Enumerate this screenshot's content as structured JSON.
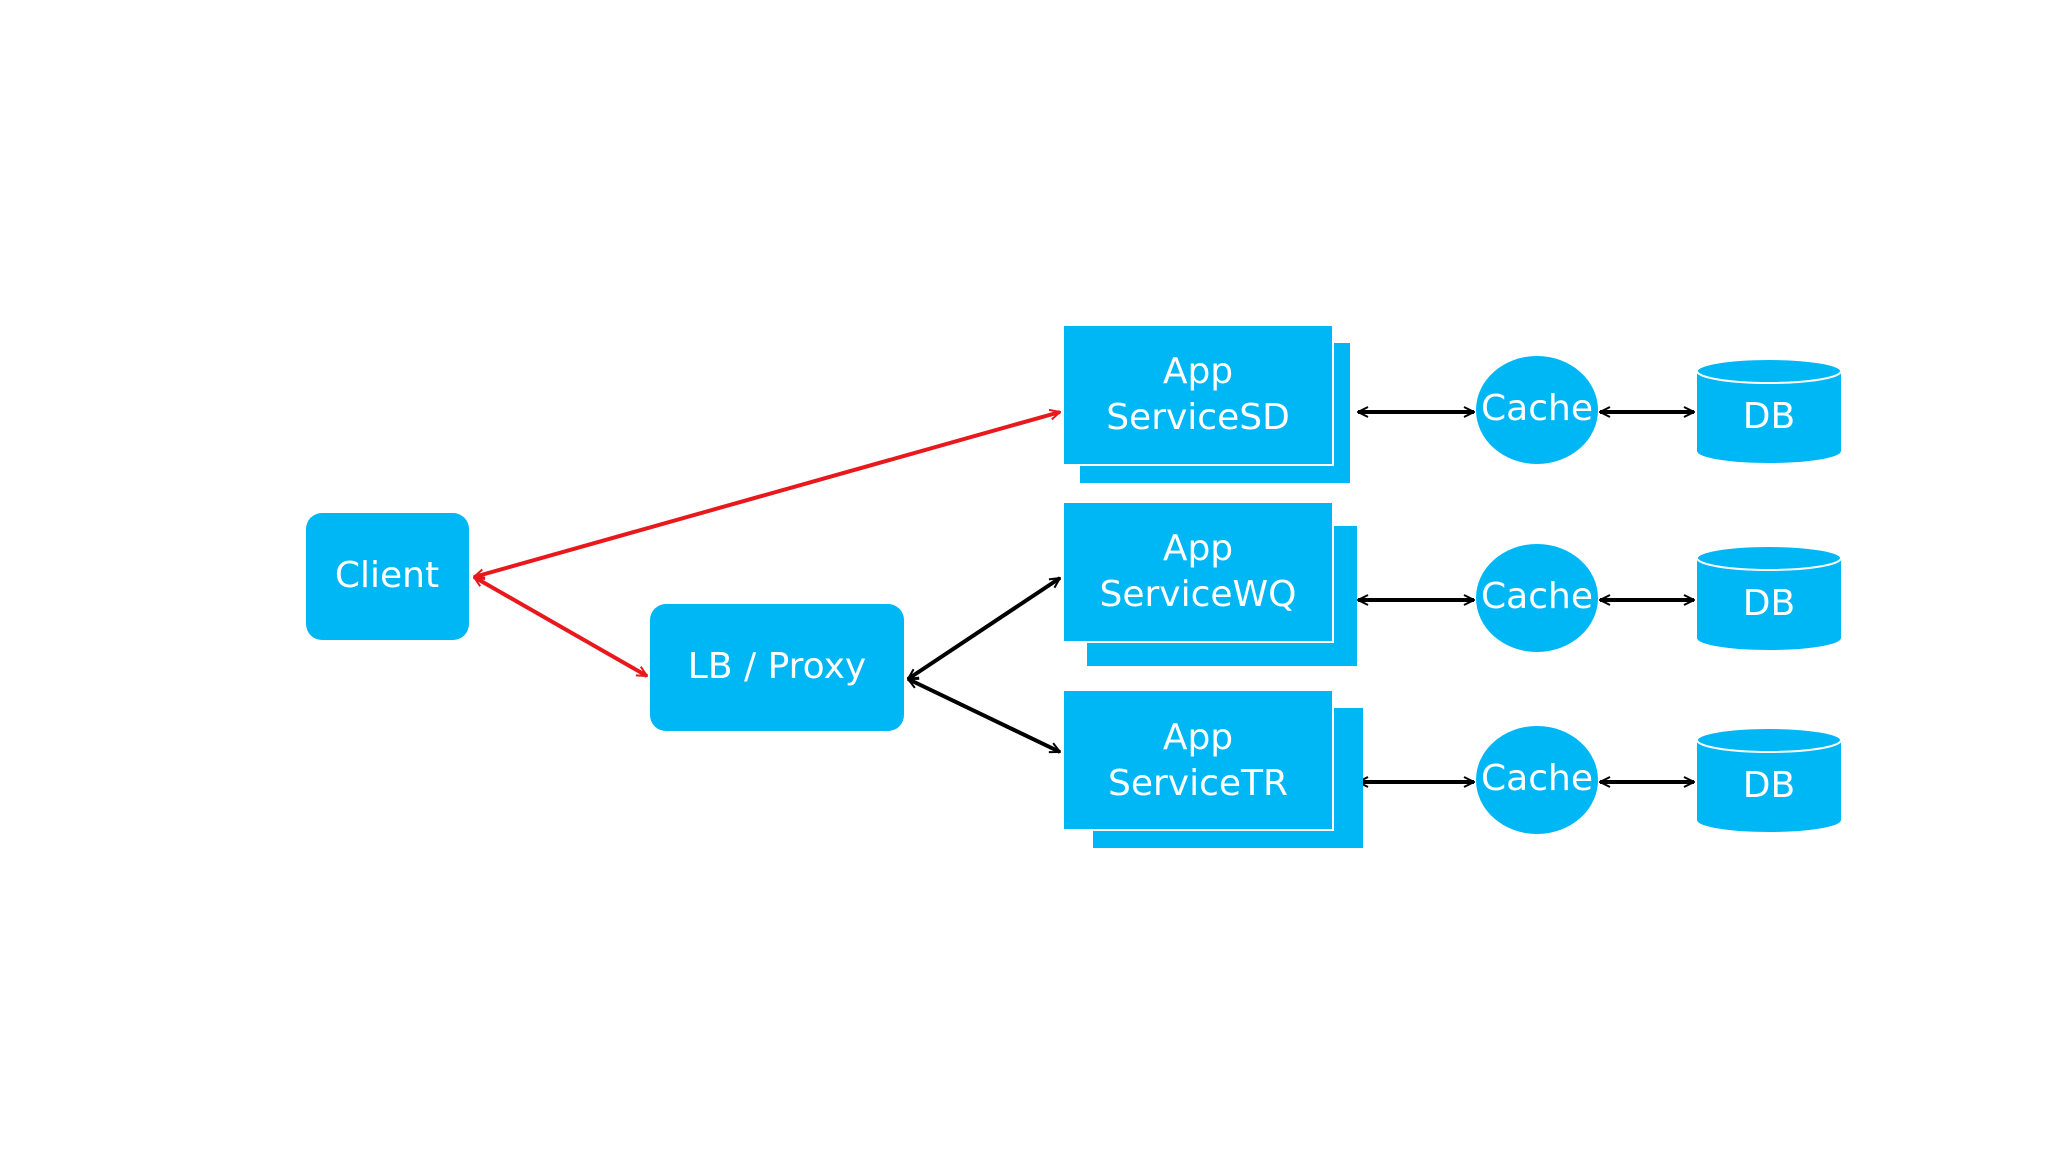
{
  "colors": {
    "node_fill": "#00b7f6",
    "node_stroke": "#ffffff",
    "client_edge": "#e8191d",
    "internal_edge": "#000000",
    "text": "#ffffff"
  },
  "client": {
    "label": "Client"
  },
  "proxy": {
    "label": "LB / Proxy"
  },
  "services": [
    {
      "line1": "App",
      "line2": "ServiceSD",
      "cache_label": "Cache",
      "db_label": "DB"
    },
    {
      "line1": "App",
      "line2": "ServiceWQ",
      "cache_label": "Cache",
      "db_label": "DB"
    },
    {
      "line1": "App",
      "line2": "ServiceTR",
      "cache_label": "Cache",
      "db_label": "DB"
    }
  ]
}
